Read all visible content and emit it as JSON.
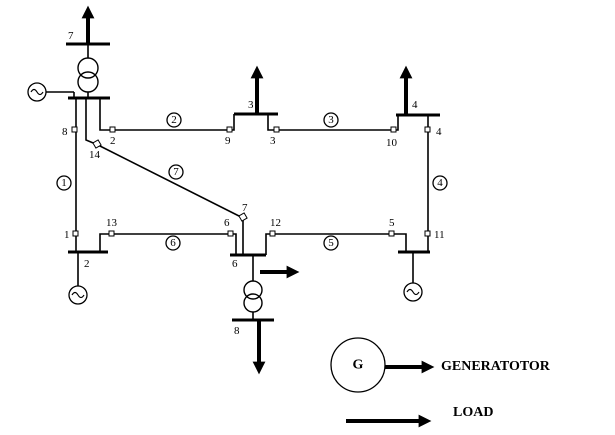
{
  "bus_numbers": {
    "b7": "7",
    "b3": "3",
    "b4": "4",
    "b8": "8",
    "b2": "2"
  },
  "terminal_labels": {
    "t8": "8",
    "t2": "2",
    "t14": "14",
    "t9": "9",
    "t3": "3",
    "t10": "10",
    "t4": "4",
    "t7": "7",
    "t13": "13",
    "t6a": "6",
    "t12": "12",
    "t5": "5",
    "t1": "1",
    "t11": "11",
    "t6b": "6"
  },
  "line_numbers": {
    "l1": "1",
    "l2": "2",
    "l3": "3",
    "l4": "4",
    "l5": "5",
    "l6": "6",
    "l7": "7"
  },
  "legend": {
    "generator_symbol": "G",
    "generator_label": "GENERATOTOR",
    "load_label": "LOAD"
  }
}
